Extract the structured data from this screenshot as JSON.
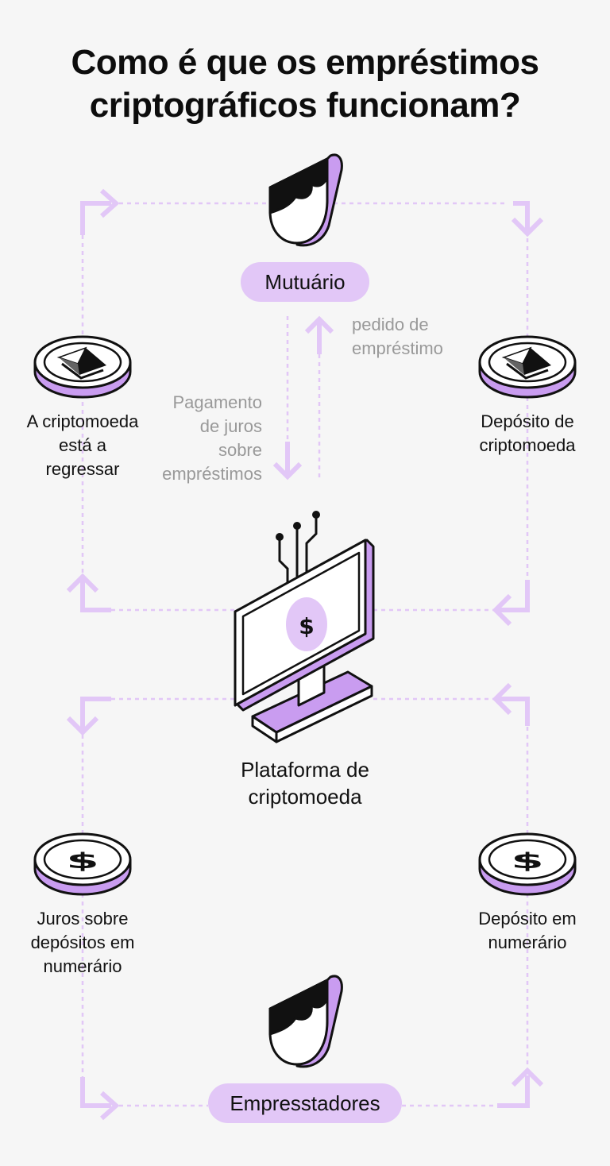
{
  "title": {
    "line1": "Como é que os empréstimos",
    "line2": "criptográficos funcionam?"
  },
  "nodes": {
    "borrower": "Mutuário",
    "platform": {
      "line1": "Plataforma de",
      "line2": "criptomoeda"
    },
    "lenders": "Empresstadores"
  },
  "flows": {
    "loan_request": {
      "line1": "pedido de",
      "line2": "empréstimo"
    },
    "interest_payment": {
      "line1": "Pagamento",
      "line2": "de juros",
      "line3": "sobre",
      "line4": "empréstimos"
    },
    "crypto_returning": {
      "line1": "A criptomoeda",
      "line2": "está a",
      "line3": "regressar"
    },
    "crypto_deposit": {
      "line1": "Depósito de",
      "line2": "criptomoeda"
    },
    "cash_interest": {
      "line1": "Juros sobre",
      "line2": "depósitos em",
      "line3": "numerário"
    },
    "cash_deposit": {
      "line1": "Depósito em",
      "line2": "numerário"
    }
  },
  "icons": {
    "person": "person-icon",
    "ethereum_coin": "ethereum-coin-icon",
    "dollar_coin": "dollar-coin-icon",
    "computer": "computer-monitor-icon"
  },
  "colors": {
    "accent": "#e2c7f7",
    "accent_dark": "#c99cf0",
    "dashed": "#e2c7f7",
    "text": "#111111",
    "muted": "#999999"
  }
}
